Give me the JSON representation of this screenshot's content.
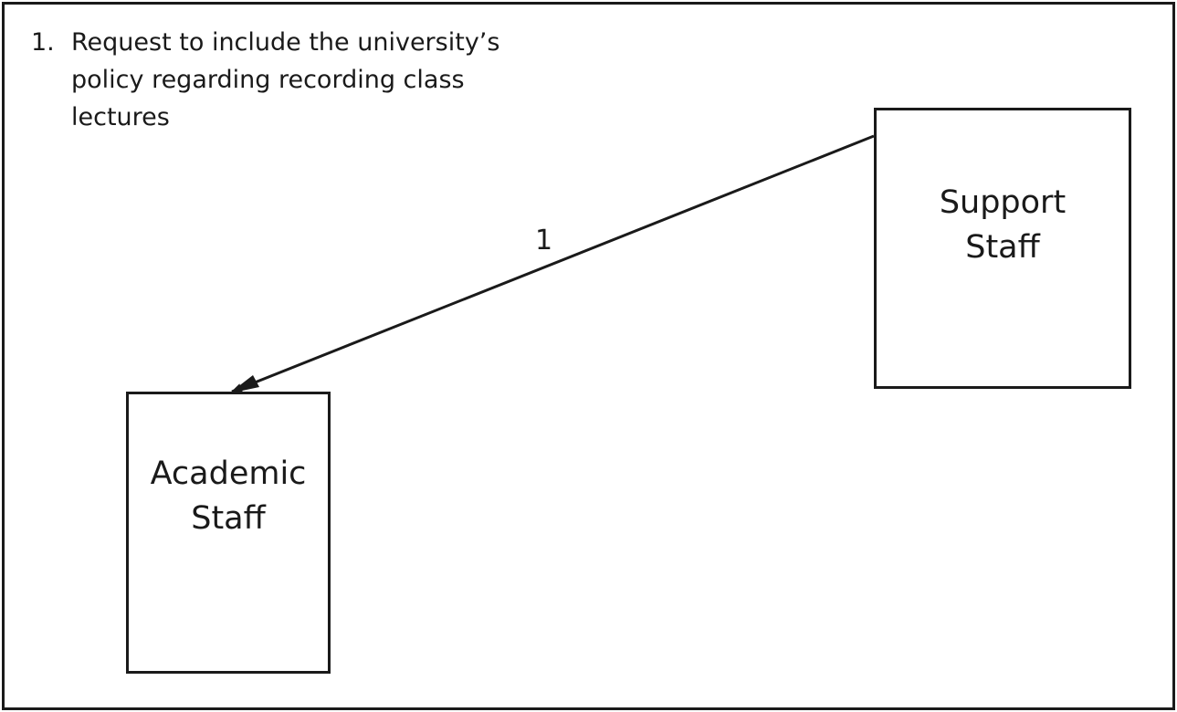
{
  "legend": [
    {
      "number": "1.",
      "text": "Request to include the university’s policy regarding recording class lectures"
    }
  ],
  "nodes": {
    "support_staff": "Support\nStaff",
    "academic_staff": "Academic\nStaff"
  },
  "flows": [
    {
      "label": "1",
      "from": "Support Staff",
      "to": "Academic Staff"
    }
  ]
}
